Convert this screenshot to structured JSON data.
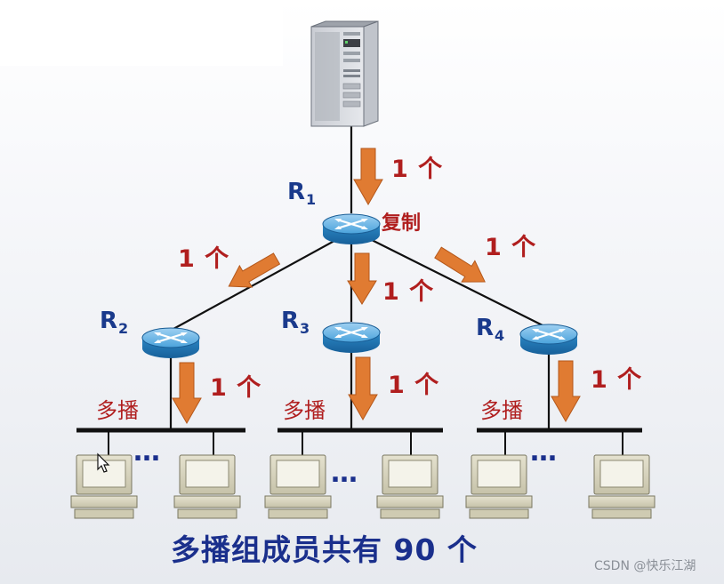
{
  "copy_label": "复制",
  "counts": {
    "server_to_r1": "1 个",
    "r1_to_r2": "1 个",
    "r1_to_r3": "1 个",
    "r1_to_r4": "1 个",
    "r2_to_lan": "1 个",
    "r3_to_lan": "1 个",
    "r4_to_lan": "1 个"
  },
  "routers": [
    {
      "letter": "R",
      "sub": "1"
    },
    {
      "letter": "R",
      "sub": "2"
    },
    {
      "letter": "R",
      "sub": "3"
    },
    {
      "letter": "R",
      "sub": "4"
    }
  ],
  "lans": [
    {
      "label": "多播",
      "ellipsis": "…"
    },
    {
      "label": "多播",
      "ellipsis": "…"
    },
    {
      "label": "多播",
      "ellipsis": "…"
    }
  ],
  "caption": "多播组成员共有 90 个",
  "watermark": "CSDN @快乐江湖",
  "colors": {
    "arrow_fill": "#e07b32",
    "count_text": "#b01e1e",
    "router_label": "#1a3a8c",
    "router_body": "#2f8fcd",
    "caption_text": "#1a2f8c"
  },
  "icons": {
    "server": "server-tower-icon",
    "router": "router-icon",
    "host": "desktop-computer-icon"
  }
}
